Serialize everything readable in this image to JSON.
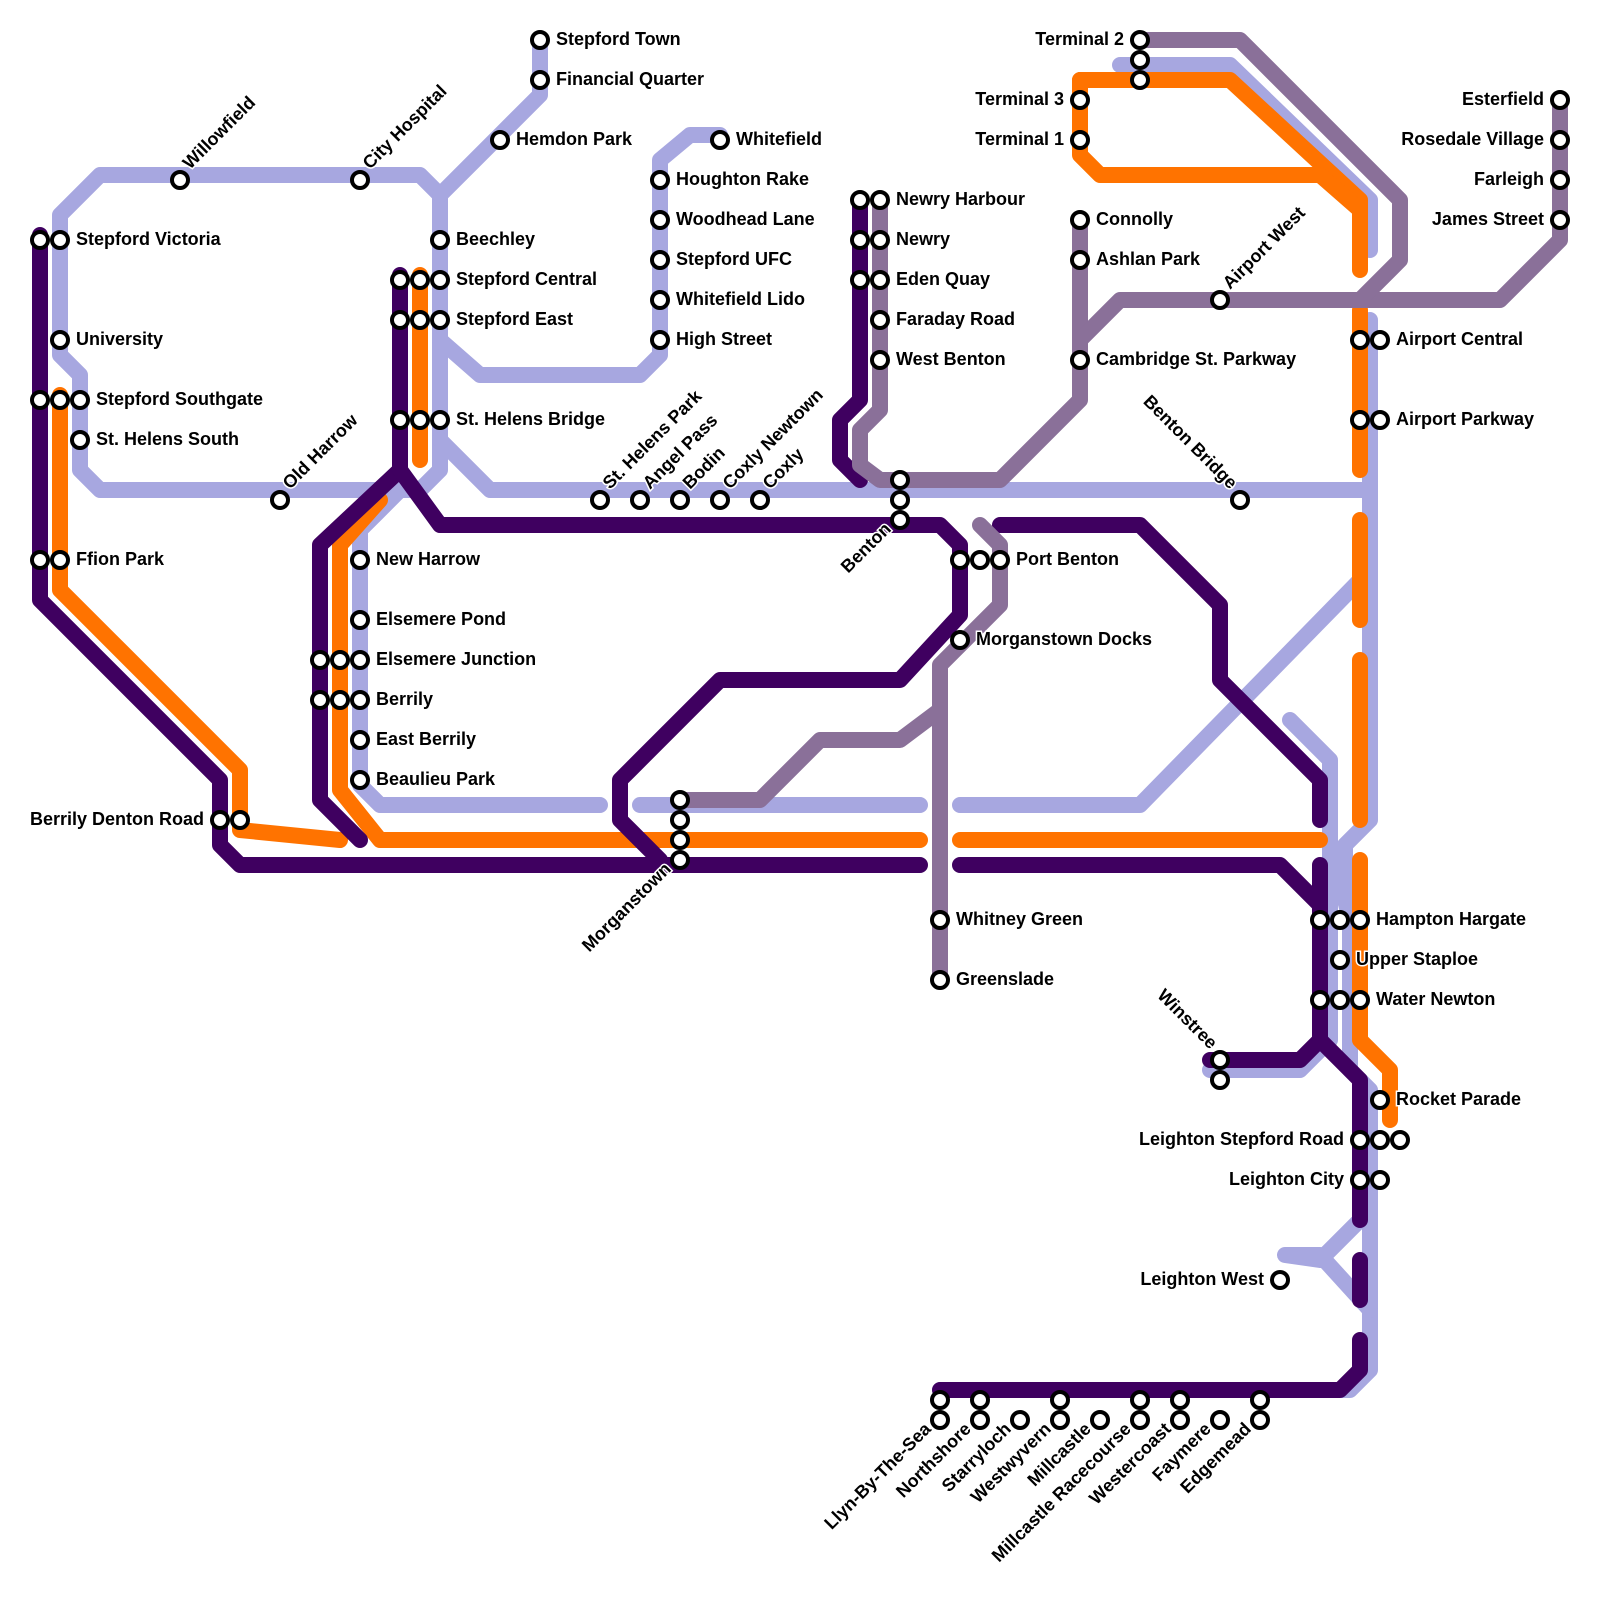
{
  "colors": {
    "lavender": "#a7a7e0",
    "orange": "#ff7300",
    "dark_purple": "#3f0060",
    "mauve": "#8a7099"
  },
  "stations": [
    {
      "id": "stepford-town",
      "name": "Stepford Town"
    },
    {
      "id": "financial-quarter",
      "name": "Financial Quarter"
    },
    {
      "id": "hemdon-park",
      "name": "Hemdon Park"
    },
    {
      "id": "whitefield",
      "name": "Whitefield"
    },
    {
      "id": "houghton-rake",
      "name": "Houghton Rake"
    },
    {
      "id": "woodhead-lane",
      "name": "Woodhead Lane"
    },
    {
      "id": "stepford-ufc",
      "name": "Stepford UFC"
    },
    {
      "id": "whitefield-lido",
      "name": "Whitefield Lido"
    },
    {
      "id": "high-street",
      "name": "High Street"
    },
    {
      "id": "willowfield",
      "name": "Willowfield"
    },
    {
      "id": "city-hospital",
      "name": "City Hospital"
    },
    {
      "id": "stepford-victoria",
      "name": "Stepford Victoria"
    },
    {
      "id": "university",
      "name": "University"
    },
    {
      "id": "stepford-southgate",
      "name": "Stepford Southgate"
    },
    {
      "id": "st-helens-south",
      "name": "St. Helens South"
    },
    {
      "id": "ffion-park",
      "name": "Ffion Park"
    },
    {
      "id": "beechley",
      "name": "Beechley"
    },
    {
      "id": "stepford-central",
      "name": "Stepford Central"
    },
    {
      "id": "stepford-east",
      "name": "Stepford East"
    },
    {
      "id": "st-helens-bridge",
      "name": "St. Helens Bridge"
    },
    {
      "id": "old-harrow",
      "name": "Old Harrow"
    },
    {
      "id": "st-helens-park",
      "name": "St. Helens Park"
    },
    {
      "id": "angel-pass",
      "name": "Angel Pass"
    },
    {
      "id": "bodin",
      "name": "Bodin"
    },
    {
      "id": "coxly-newtown",
      "name": "Coxly Newtown"
    },
    {
      "id": "coxly",
      "name": "Coxly"
    },
    {
      "id": "new-harrow",
      "name": "New Harrow"
    },
    {
      "id": "elsemere-pond",
      "name": "Elsemere Pond"
    },
    {
      "id": "elsemere-junction",
      "name": "Elsemere Junction"
    },
    {
      "id": "berrily",
      "name": "Berrily"
    },
    {
      "id": "east-berrily",
      "name": "East Berrily"
    },
    {
      "id": "beaulieu-park",
      "name": "Beaulieu Park"
    },
    {
      "id": "berrily-denton-road",
      "name": "Berrily Denton Road"
    },
    {
      "id": "morganstown",
      "name": "Morganstown"
    },
    {
      "id": "newry-harbour",
      "name": "Newry Harbour"
    },
    {
      "id": "newry",
      "name": "Newry"
    },
    {
      "id": "eden-quay",
      "name": "Eden Quay"
    },
    {
      "id": "faraday-road",
      "name": "Faraday Road"
    },
    {
      "id": "west-benton",
      "name": "West Benton"
    },
    {
      "id": "benton",
      "name": "Benton"
    },
    {
      "id": "port-benton",
      "name": "Port Benton"
    },
    {
      "id": "morganstown-docks",
      "name": "Morganstown Docks"
    },
    {
      "id": "whitney-green",
      "name": "Whitney Green"
    },
    {
      "id": "greenslade",
      "name": "Greenslade"
    },
    {
      "id": "terminal-2",
      "name": "Terminal 2"
    },
    {
      "id": "terminal-3",
      "name": "Terminal 3"
    },
    {
      "id": "terminal-1",
      "name": "Terminal 1"
    },
    {
      "id": "connolly",
      "name": "Connolly"
    },
    {
      "id": "ashlan-park",
      "name": "Ashlan Park"
    },
    {
      "id": "cambridge-st-parkway",
      "name": "Cambridge St. Parkway"
    },
    {
      "id": "airport-west",
      "name": "Airport West"
    },
    {
      "id": "esterfield",
      "name": "Esterfield"
    },
    {
      "id": "rosedale-village",
      "name": "Rosedale Village"
    },
    {
      "id": "farleigh",
      "name": "Farleigh"
    },
    {
      "id": "james-street",
      "name": "James Street"
    },
    {
      "id": "airport-central",
      "name": "Airport Central"
    },
    {
      "id": "airport-parkway",
      "name": "Airport Parkway"
    },
    {
      "id": "benton-bridge",
      "name": "Benton Bridge"
    },
    {
      "id": "hampton-hargate",
      "name": "Hampton Hargate"
    },
    {
      "id": "upper-staploe",
      "name": "Upper Staploe"
    },
    {
      "id": "water-newton",
      "name": "Water Newton"
    },
    {
      "id": "winstree",
      "name": "Winstree"
    },
    {
      "id": "rocket-parade",
      "name": "Rocket Parade"
    },
    {
      "id": "leighton-stepford-road",
      "name": "Leighton Stepford Road"
    },
    {
      "id": "leighton-city",
      "name": "Leighton City"
    },
    {
      "id": "leighton-west",
      "name": "Leighton West"
    },
    {
      "id": "llyn-by-the-sea",
      "name": "Llyn-By-The-Sea"
    },
    {
      "id": "northshore",
      "name": "Northshore"
    },
    {
      "id": "starryloch",
      "name": "Starryloch"
    },
    {
      "id": "westwyvern",
      "name": "Westwyvern"
    },
    {
      "id": "millcastle",
      "name": "Millcastle"
    },
    {
      "id": "millcastle-racecourse",
      "name": "Millcastle Racecourse"
    },
    {
      "id": "westercoast",
      "name": "Westercoast"
    },
    {
      "id": "faymere",
      "name": "Faymere"
    },
    {
      "id": "edgemead",
      "name": "Edgemead"
    }
  ]
}
